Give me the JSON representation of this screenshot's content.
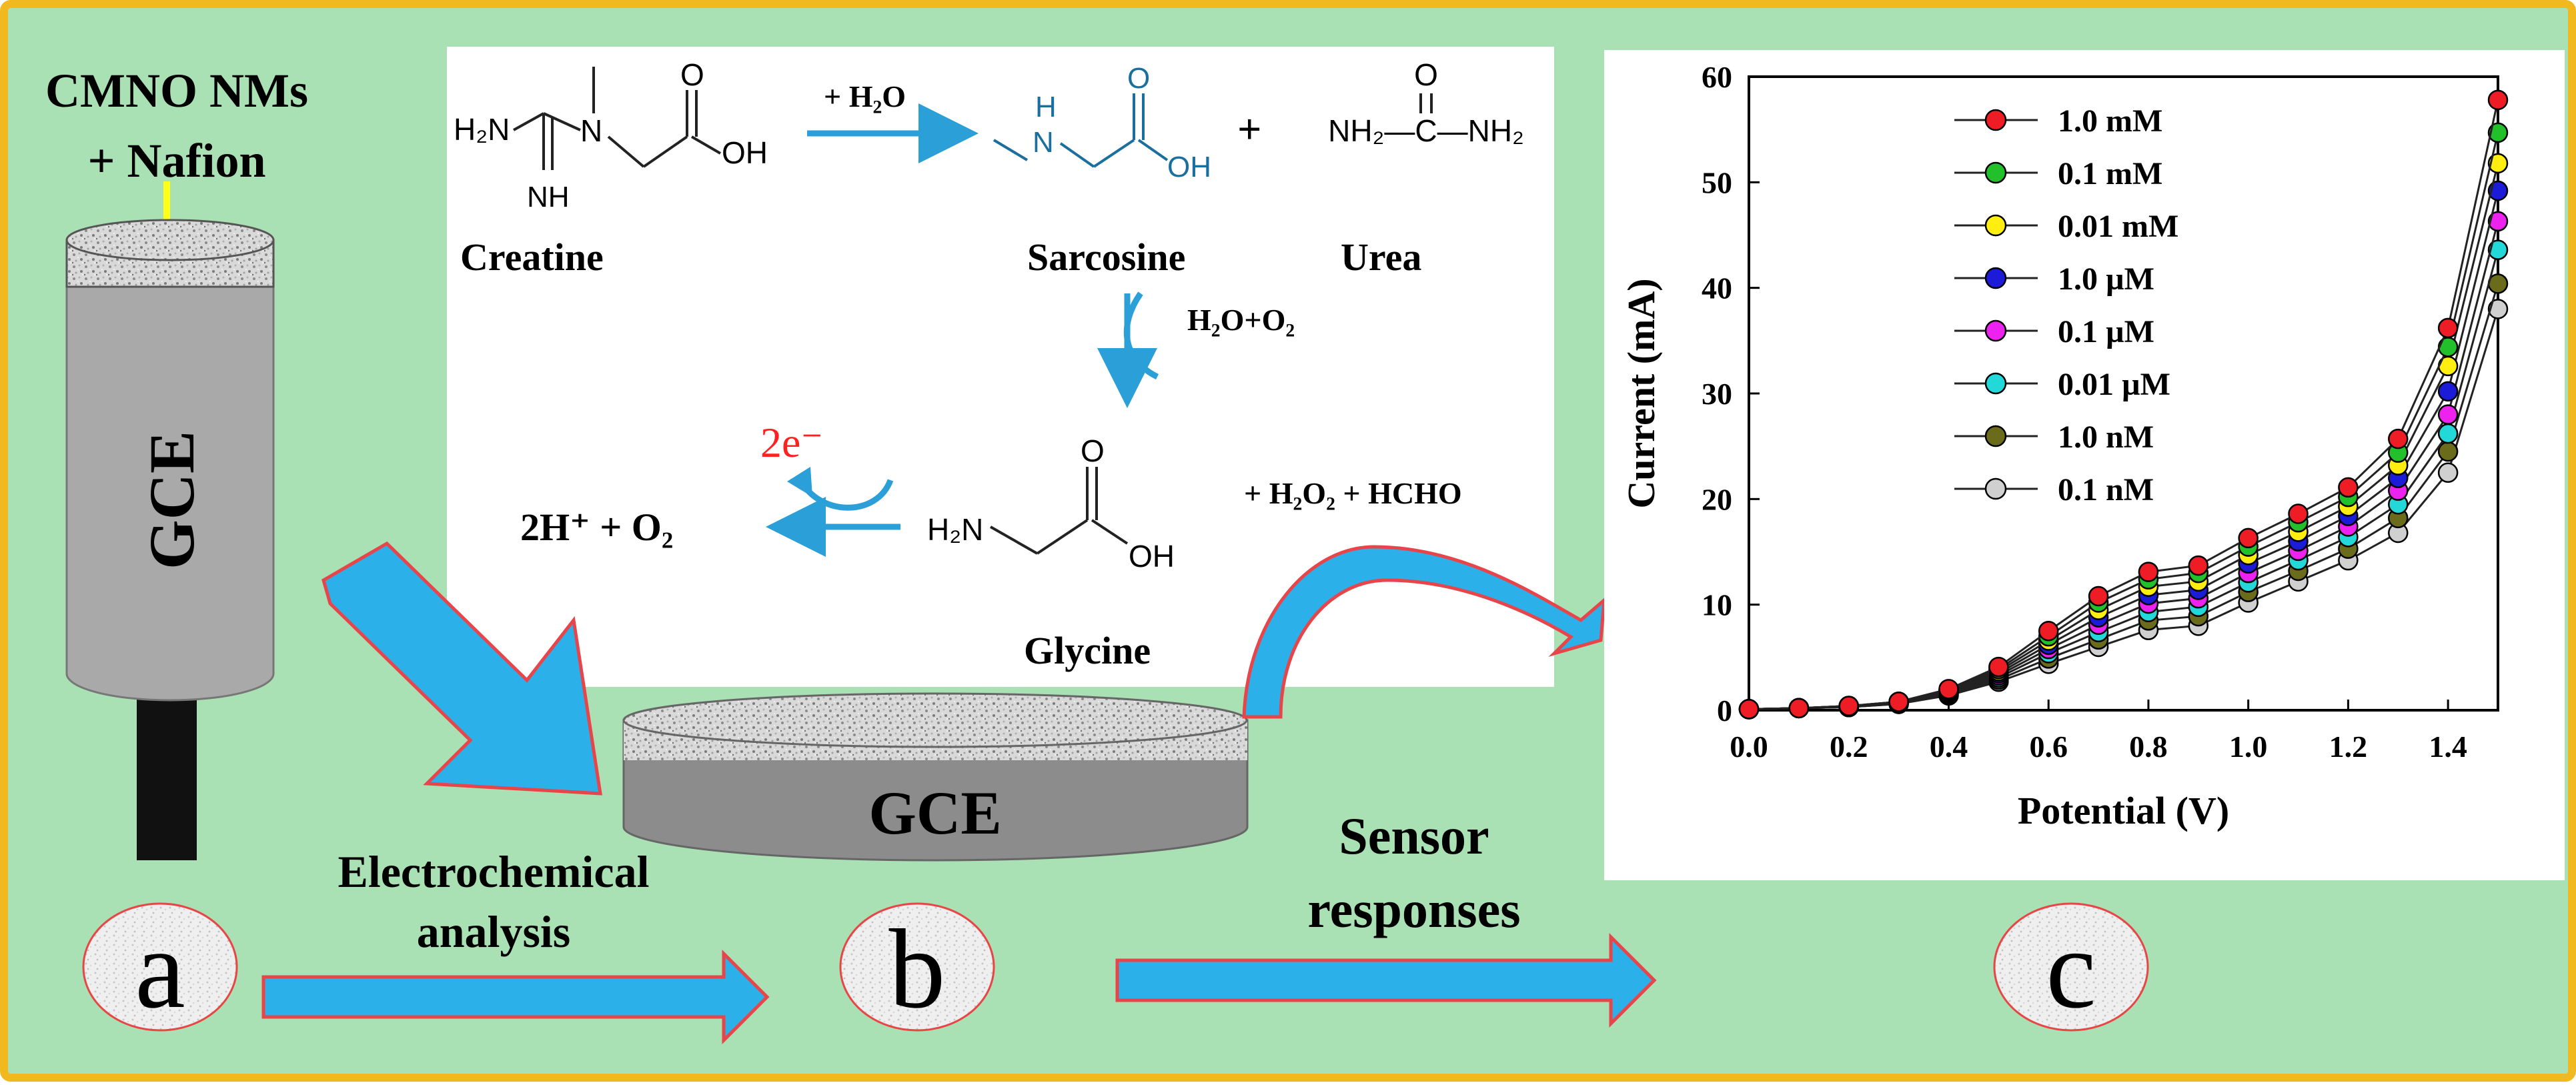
{
  "colors": {
    "background": "#a9e0b4",
    "frame": "#f2b81f",
    "arrow_fill": "#2bb0ea",
    "arrow_edge": "#e8454a",
    "gce_body": "#a9a9a9",
    "gce_base": "#8c8c8c",
    "electrode_lead": "#111111",
    "reaction_arrow": "#2a9fd8",
    "electron_label": "#ff2020",
    "nafion_arrow": "#ffff1a"
  },
  "panel_a": {
    "title_line1": "CMNO NMs",
    "title_line2": "+ Nafion",
    "electrode_label": "GCE",
    "circle_label": "a",
    "step_label_line1": "Electrochemical",
    "step_label_line2": "analysis"
  },
  "panel_b": {
    "electrode_label": "GCE",
    "circle_label": "b",
    "step_label_line1": "Sensor",
    "step_label_line2": "responses"
  },
  "reaction": {
    "creatine_name": "Creatine",
    "sarcosine_name": "Sarcosine",
    "urea_name": "Urea",
    "glycine_name": "Glycine",
    "step1_reagent": "+ H₂O",
    "step2_reagent": "H₂O+O₂",
    "step3_byproducts": "+ H₂O₂ + HCHO",
    "electrons": "2e⁻",
    "products": "2H⁺ + O₂",
    "plus": "+",
    "atoms": {
      "h2n": "H₂N",
      "n": "N",
      "nh": "NH",
      "o": "O",
      "oh": "OH",
      "h": "H",
      "nh2_urea": "NH₂—C—NH₂"
    }
  },
  "panel_c": {
    "circle_label": "c"
  },
  "chart_data": {
    "type": "line",
    "xlabel": "Potential (V)",
    "ylabel": "Current (mA)",
    "xlim": [
      0.0,
      1.5
    ],
    "ylim": [
      0,
      60
    ],
    "x_ticks": [
      "0.0",
      "0.2",
      "0.4",
      "0.6",
      "0.8",
      "1.0",
      "1.2",
      "1.4"
    ],
    "y_ticks": [
      "0",
      "10",
      "20",
      "30",
      "40",
      "50",
      "60"
    ],
    "legend_position": "top-left",
    "x": [
      0.0,
      0.1,
      0.2,
      0.3,
      0.4,
      0.5,
      0.6,
      0.7,
      0.8,
      0.9,
      1.0,
      1.1,
      1.2,
      1.3,
      1.4,
      1.5
    ],
    "series": [
      {
        "name": "1.0 mM",
        "color": "#ee1c24",
        "values": [
          0.1,
          0.2,
          0.4,
          0.8,
          2.0,
          4.1,
          7.5,
          10.8,
          13.1,
          13.7,
          16.3,
          18.6,
          21.1,
          25.7,
          36.2,
          57.8
        ]
      },
      {
        "name": "0.1 mM",
        "color": "#22c02a",
        "values": [
          0.1,
          0.2,
          0.4,
          0.8,
          1.9,
          3.9,
          7.0,
          10.2,
          12.4,
          13.0,
          15.5,
          17.8,
          20.2,
          24.4,
          34.4,
          54.7
        ]
      },
      {
        "name": "0.01 mM",
        "color": "#ffee10",
        "values": [
          0.1,
          0.2,
          0.4,
          0.8,
          1.9,
          3.7,
          6.6,
          9.5,
          11.7,
          12.2,
          14.7,
          16.9,
          19.3,
          23.2,
          32.6,
          51.8
        ]
      },
      {
        "name": "1.0 µM",
        "color": "#1c1cd8",
        "values": [
          0.1,
          0.2,
          0.4,
          0.7,
          1.8,
          3.5,
          6.2,
          8.8,
          10.9,
          11.4,
          13.9,
          16.0,
          18.4,
          22.0,
          30.2,
          49.2
        ]
      },
      {
        "name": "0.1 µM",
        "color": "#ee22ee",
        "values": [
          0.1,
          0.2,
          0.3,
          0.7,
          1.7,
          3.3,
          5.8,
          8.1,
          10.1,
          10.6,
          13.0,
          15.1,
          17.4,
          20.8,
          28.0,
          46.3
        ]
      },
      {
        "name": "0.01 µM",
        "color": "#22d8d8",
        "values": [
          0.1,
          0.2,
          0.3,
          0.7,
          1.6,
          3.1,
          5.4,
          7.4,
          9.3,
          9.8,
          12.1,
          14.2,
          16.4,
          19.5,
          26.2,
          43.6
        ]
      },
      {
        "name": "1.0 nM",
        "color": "#6b6b1c",
        "values": [
          0.1,
          0.2,
          0.3,
          0.6,
          1.5,
          2.9,
          4.9,
          6.7,
          8.5,
          8.9,
          11.2,
          13.2,
          15.3,
          18.2,
          24.5,
          40.4
        ]
      },
      {
        "name": "0.1 nM",
        "color": "#d0d0d0",
        "values": [
          0.1,
          0.2,
          0.3,
          0.6,
          1.4,
          2.7,
          4.4,
          6.0,
          7.6,
          8.0,
          10.2,
          12.2,
          14.2,
          16.8,
          22.5,
          38.0
        ]
      }
    ]
  }
}
